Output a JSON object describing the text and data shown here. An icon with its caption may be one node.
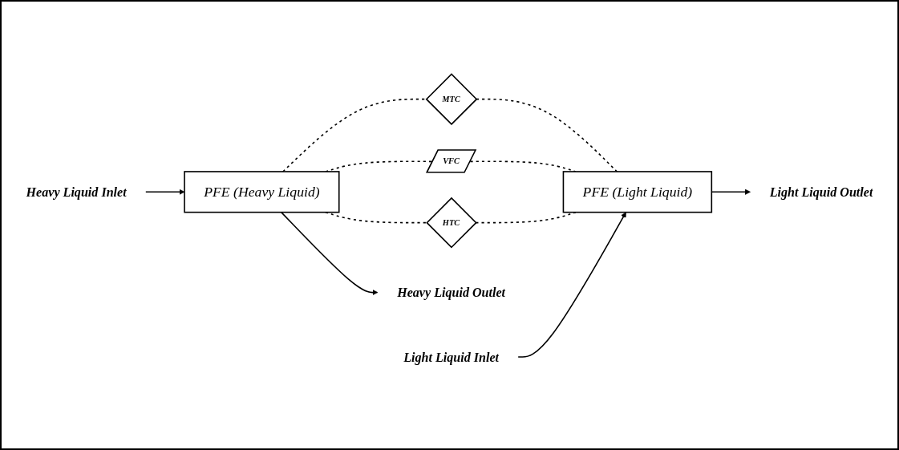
{
  "diagram": {
    "nodes": [
      {
        "text": [
          "Heavy Liquid Inlet"
        ]
      },
      {
        "text": [
          "Light Liquid Outlet"
        ]
      },
      {
        "text": [
          "PFE (Heavy Liquid)"
        ]
      },
      {
        "text": [
          "MTC"
        ]
      },
      {
        "text": [
          "VFC"
        ]
      },
      {
        "text": [
          "HTC"
        ]
      },
      {
        "text": [
          "PFE (Light Liquid)"
        ]
      },
      {
        "text": [
          "Heavy Liquid Outlet"
        ]
      },
      {
        "text": [
          "Light Liquid Inlet"
        ]
      }
    ],
    "edges": [
      {
        "from": 0,
        "to": 2,
        "arrow": "to"
      },
      {
        "from": 6,
        "to": 1,
        "arrow": "to"
      },
      {
        "from": 2,
        "to": 3,
        "arrow": "none",
        "style": "dashed"
      },
      {
        "from": 3,
        "to": 6,
        "arrow": "none",
        "style": "dashed"
      },
      {
        "from": 2,
        "to": 4,
        "arrow": "none",
        "style": "dashed"
      },
      {
        "from": 4,
        "to": 6,
        "arrow": "none",
        "style": "dashed"
      },
      {
        "from": 2,
        "to": 5,
        "arrow": "none",
        "style": "dashed"
      },
      {
        "from": 5,
        "to": 6,
        "arrow": "none",
        "style": "dashed"
      },
      {
        "from": 2,
        "to": 7,
        "arrow": "to"
      },
      {
        "from": 8,
        "to": 6,
        "arrow": "to"
      }
    ]
  }
}
